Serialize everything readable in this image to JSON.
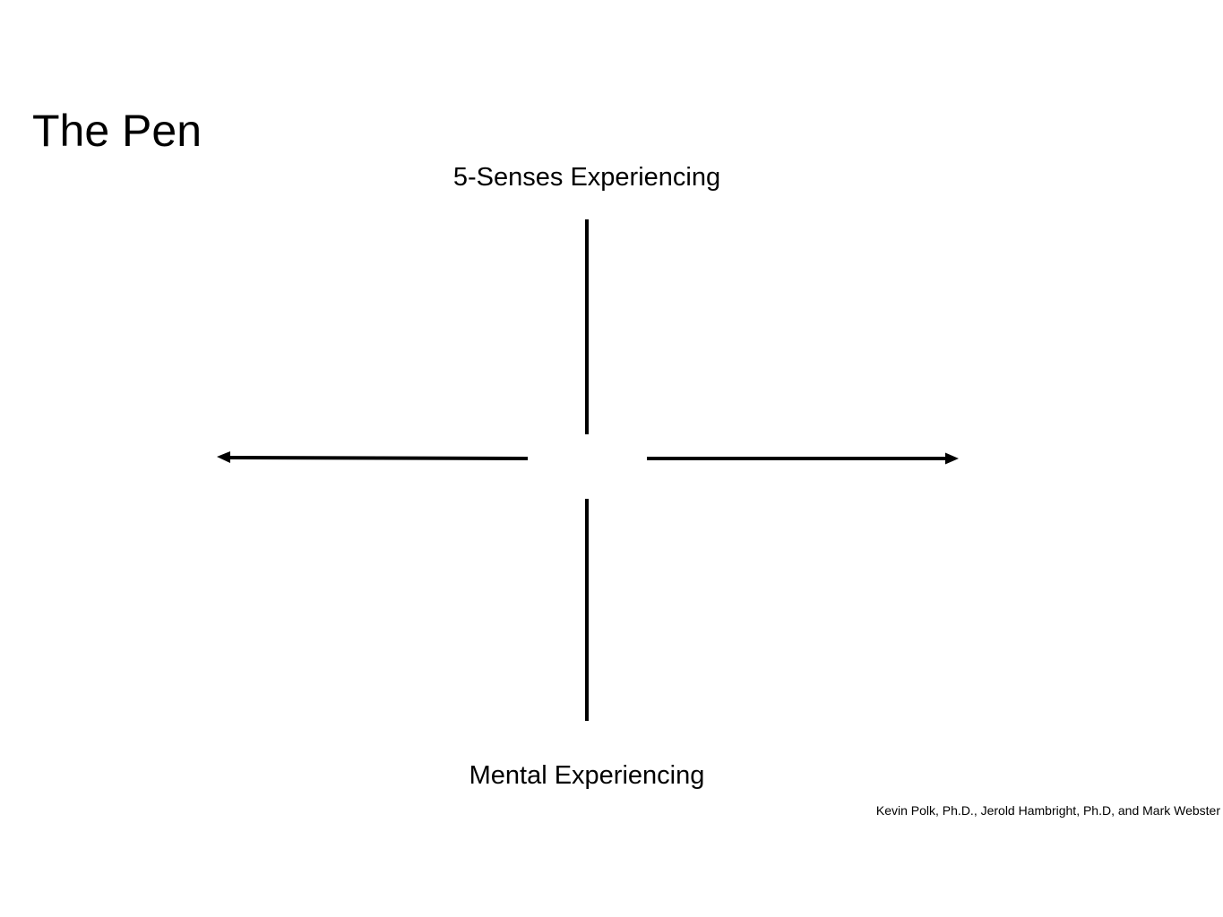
{
  "slide": {
    "title": "The Pen",
    "top_label": "5-Senses Experiencing",
    "bottom_label": "Mental Experiencing",
    "credit": "Kevin Polk, Ph.D., Jerold Hambright, Ph.D, and Mark Webster"
  },
  "colors": {
    "background": "#ffffff",
    "ink": "#000000"
  },
  "icons": {
    "left_arrowhead": "arrow-left-icon",
    "right_arrowhead": "arrow-right-icon"
  }
}
